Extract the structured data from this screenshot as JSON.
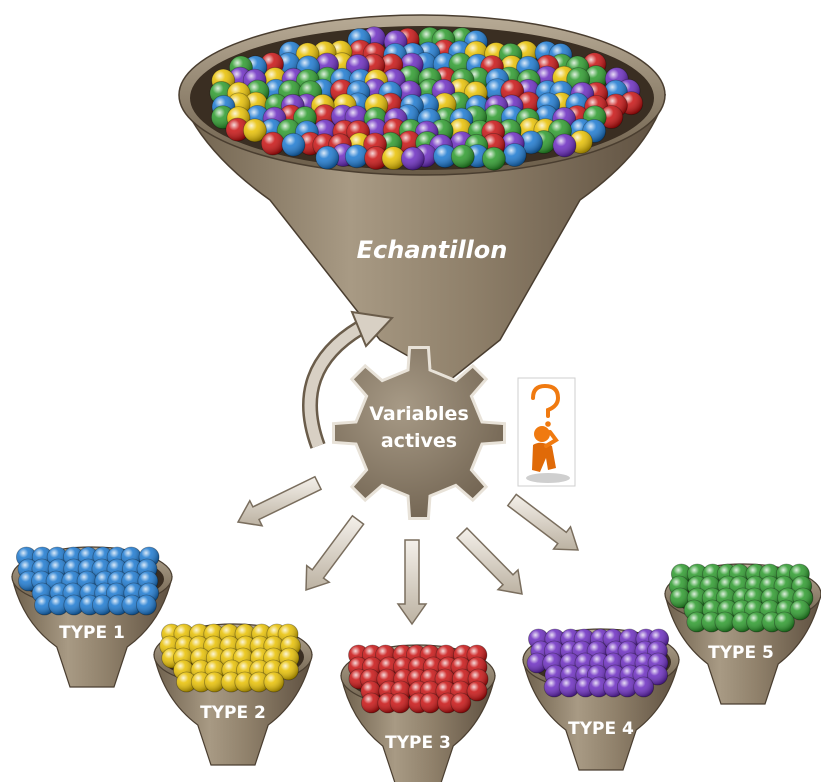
{
  "main_funnel": {
    "label": "Echantillon",
    "ball_colors": [
      "#1a78d0",
      "#e8c000",
      "#c81010",
      "#2a9a2a",
      "#6a2ac0"
    ]
  },
  "gear": {
    "line1": "Variables",
    "line2": "actives"
  },
  "thinker": {
    "icon": "question-thinker-icon",
    "color": "#f07a10"
  },
  "types": [
    {
      "label": "TYPE 1",
      "color": "#1a78d0"
    },
    {
      "label": "TYPE 2",
      "color": "#e8c000"
    },
    {
      "label": "TYPE 3",
      "color": "#c81010"
    },
    {
      "label": "TYPE 4",
      "color": "#6a2ac0"
    },
    {
      "label": "TYPE 5",
      "color": "#2a9a2a"
    }
  ],
  "colors": {
    "funnel": "#8c7c66",
    "funnel_dark": "#5a4c3a",
    "arrow": "#e6e0d6"
  }
}
